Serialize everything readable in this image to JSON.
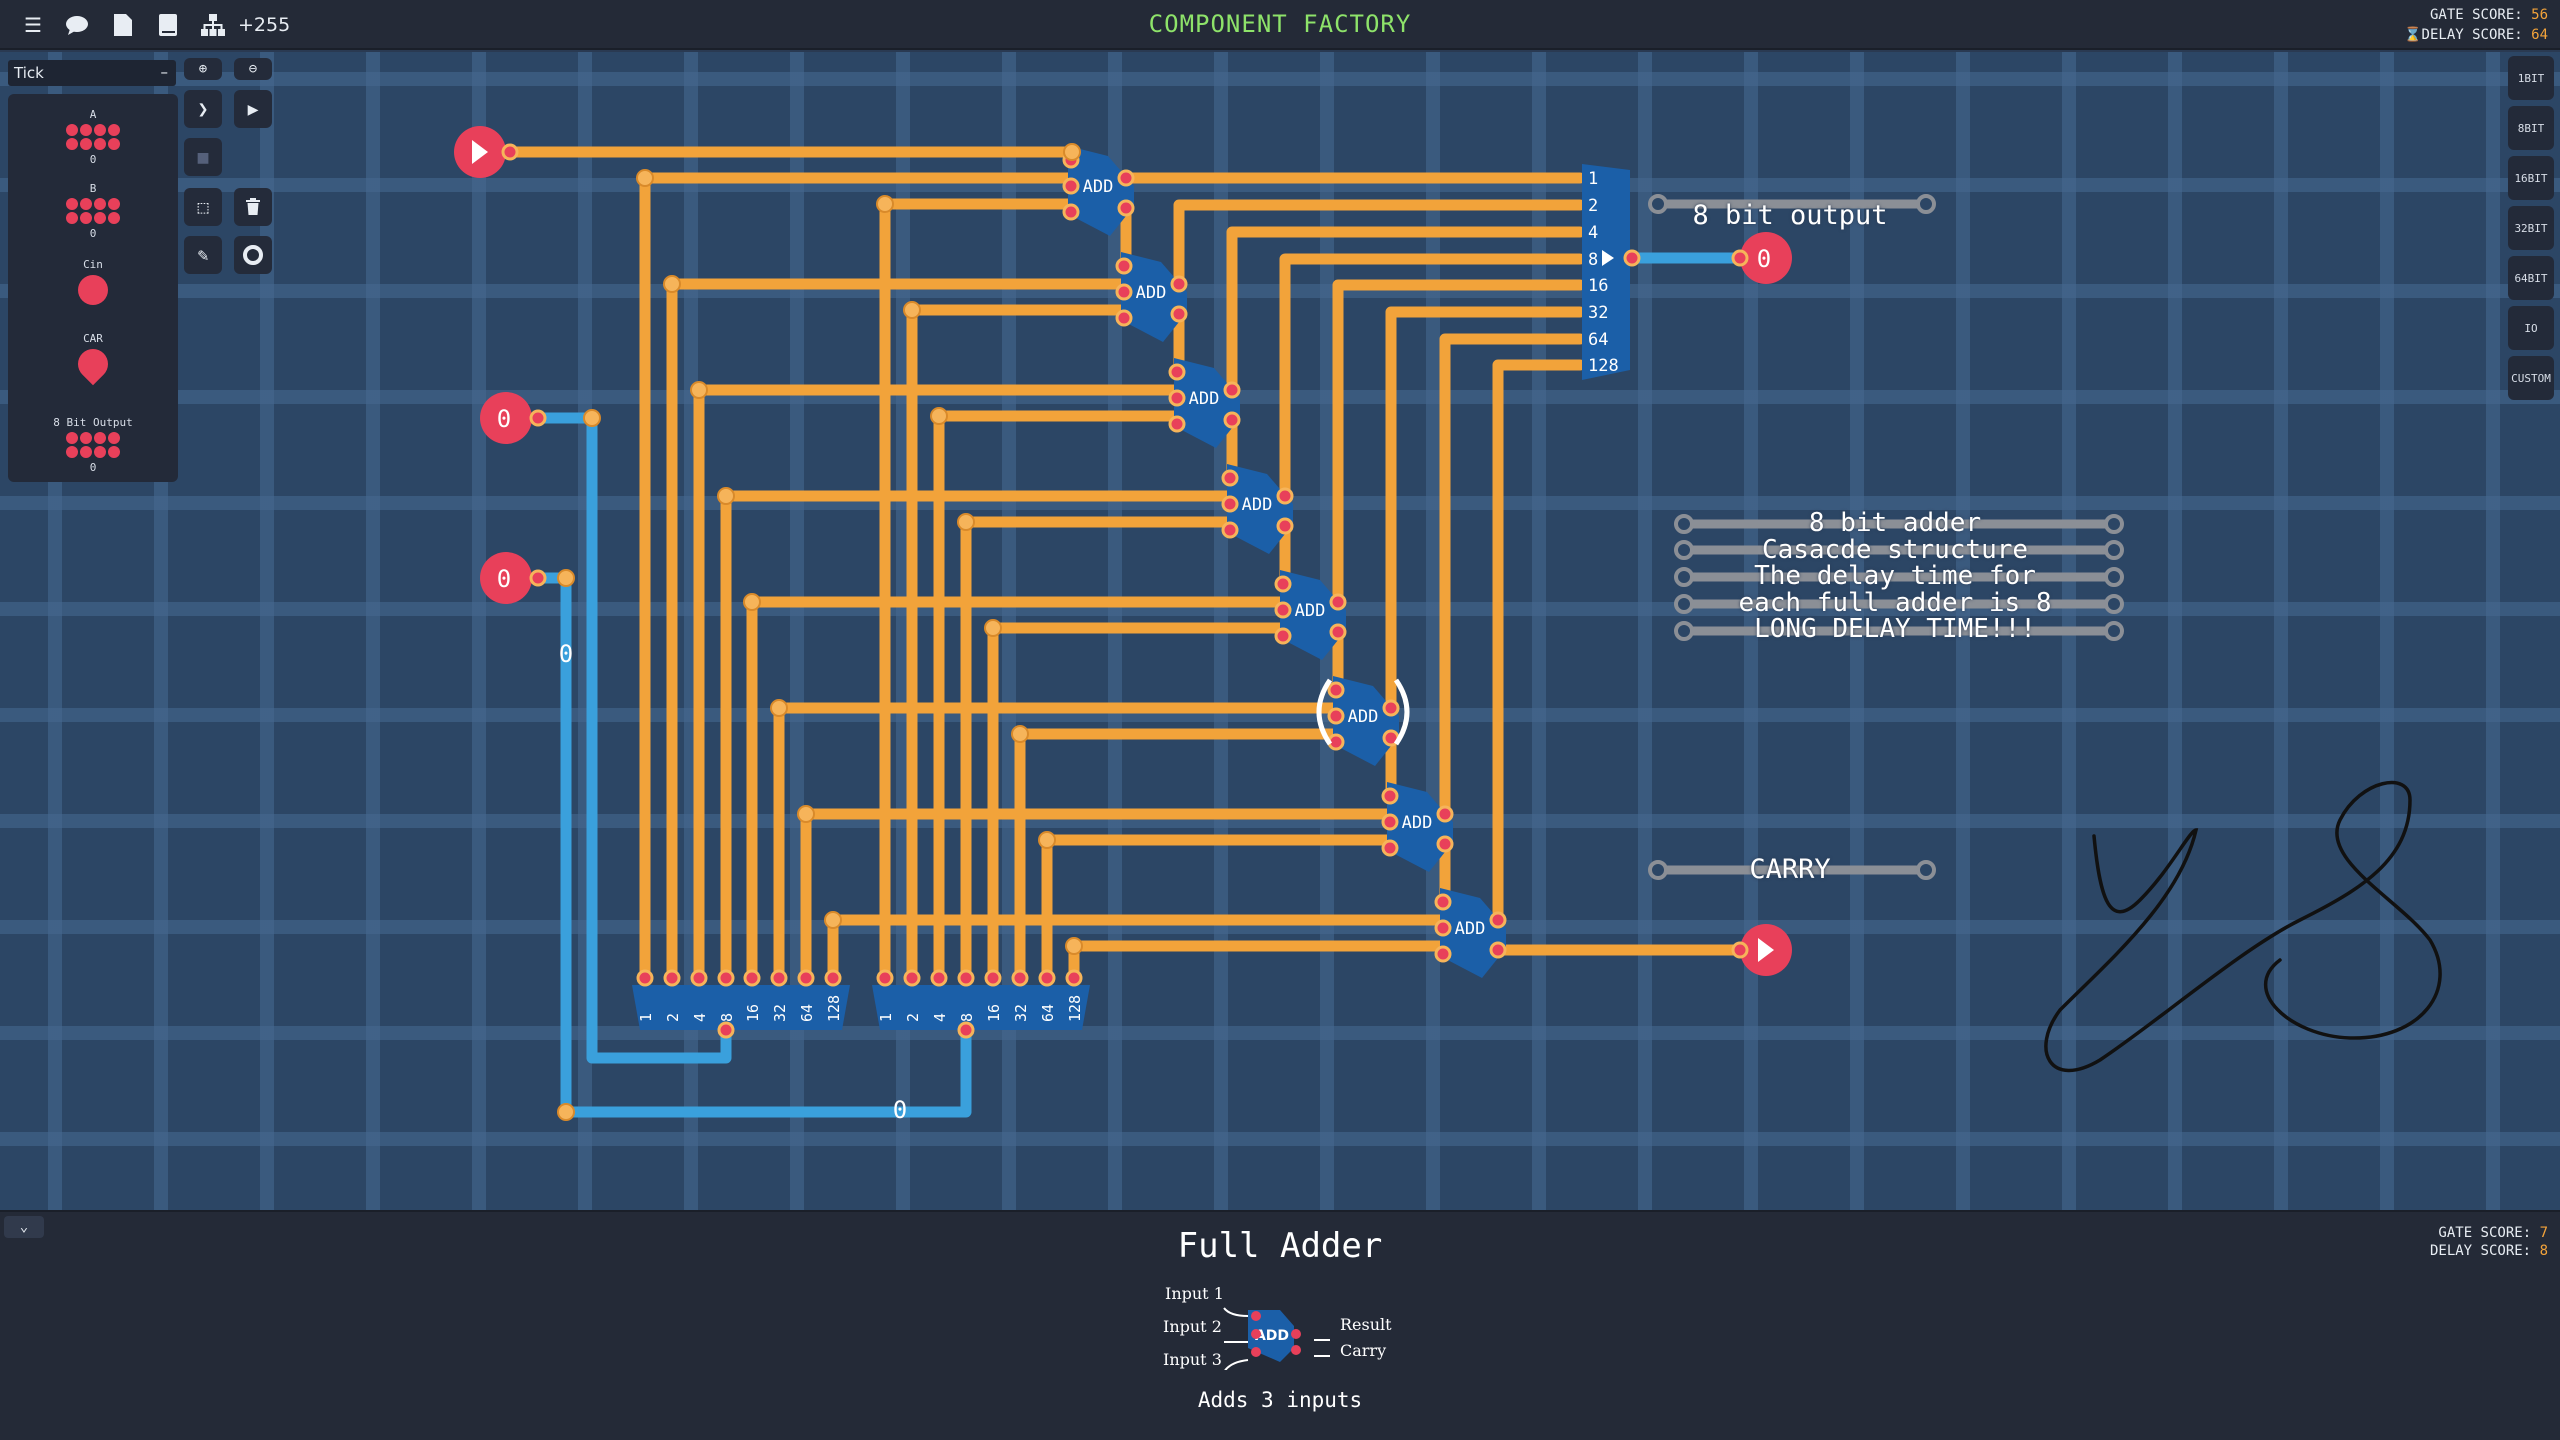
{
  "topbar": {
    "count": "+255",
    "title": "COMPONENT FACTORY",
    "gate_label": "GATE SCORE:",
    "gate_value": "56",
    "delay_label": "DELAY SCORE:",
    "delay_value": "64"
  },
  "left": {
    "tick_select": "Tick",
    "components": [
      {
        "label": "A",
        "value": "0"
      },
      {
        "label": "B",
        "value": "0"
      },
      {
        "label": "Cin"
      },
      {
        "label": "CAR"
      },
      {
        "label": "8 Bit Output",
        "value": "0"
      }
    ]
  },
  "right_bar": [
    "1BIT",
    "8BIT",
    "16BIT",
    "32BIT",
    "64BIT",
    "IO",
    "CUSTOM"
  ],
  "circuit": {
    "gate_label": "ADD",
    "input_values": [
      "0",
      "0"
    ],
    "wire_values": [
      "0",
      "0"
    ],
    "output_value": "0",
    "bit_labels": [
      "1",
      "2",
      "4",
      "8",
      "16",
      "32",
      "64",
      "128"
    ],
    "output_caption": "8 bit output",
    "carry_caption": "CARRY",
    "note": [
      "8 bit adder",
      "Casacde structure",
      "The delay time for",
      "each full adder is 8",
      "LONG DELAY TIME!!!"
    ]
  },
  "colors": {
    "wire_orange": "#f2a33a",
    "wire_blue": "#3aa0dc",
    "pin_red": "#e8405a",
    "gate_blue": "#1b5fa8"
  },
  "info": {
    "name": "Full Adder",
    "gate_label": "GATE SCORE:",
    "gate_value": "7",
    "delay_label": "DELAY SCORE:",
    "delay_value": "8",
    "inputs": [
      "Input 1",
      "Input 2",
      "Input 3"
    ],
    "outputs": [
      "Result",
      "Carry"
    ],
    "description": "Adds 3 inputs"
  }
}
